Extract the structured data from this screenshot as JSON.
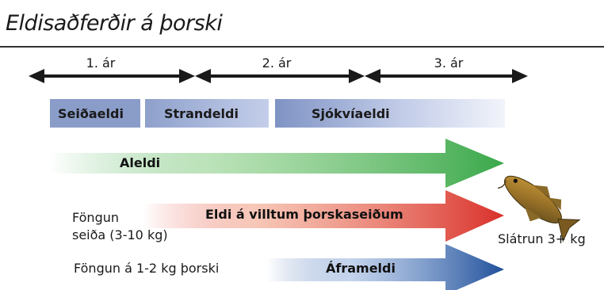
{
  "title": "Eldisaðferðir á þorski",
  "timeline": {
    "years": [
      "1. ár",
      "2. ár",
      "3. ár"
    ]
  },
  "stages": [
    "Seiðaeldi",
    "Strandeldi",
    "Sjókvíaeldi"
  ],
  "arrows": [
    {
      "label": "Aleldi",
      "color": "#3aa84a"
    },
    {
      "label": "Eldi á villtum þorskaseiðum",
      "color": "#d9302a"
    },
    {
      "label": "Áframeldi",
      "color": "#1f4f9a"
    }
  ],
  "left_labels": {
    "capture_juvenile_line1": "Föngun",
    "capture_juvenile_line2": "seiða (3-10 kg)",
    "capture_cod": "Föngun á 1-2 kg þorski"
  },
  "slaughter": "Slátrun 3+ kg",
  "colors": {
    "rule": "#333333",
    "stage_blue": "#8a9cc8",
    "green": "#3aa84a",
    "red": "#d9302a",
    "blue": "#1f4f9a"
  }
}
